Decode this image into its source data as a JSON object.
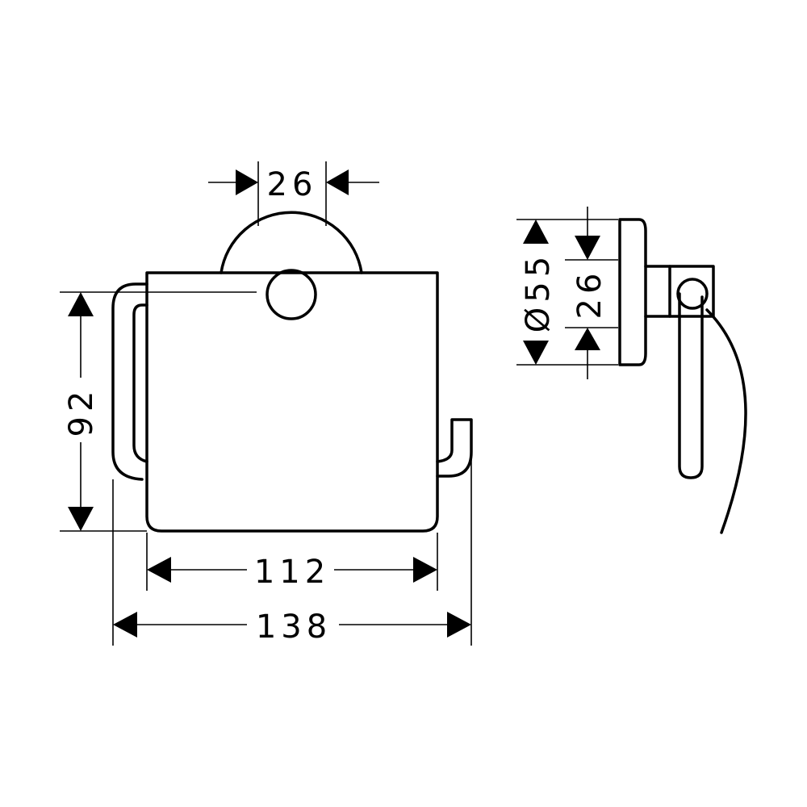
{
  "dimensions": {
    "front_flange_width": "26",
    "front_height": "92",
    "cover_width": "112",
    "overall_width": "138",
    "side_diameter": "Ø55",
    "side_flange_height": "26"
  }
}
